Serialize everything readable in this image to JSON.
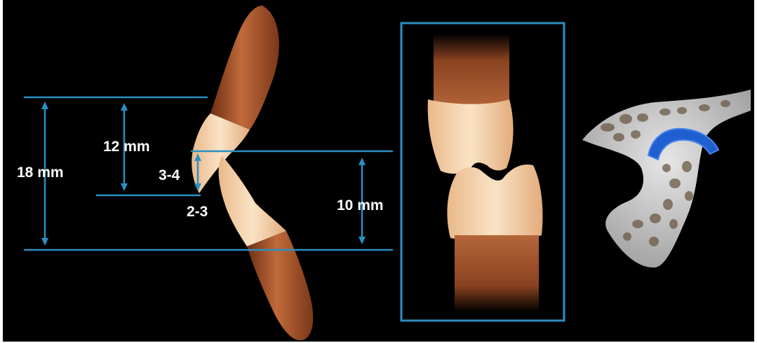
{
  "labels": {
    "height_18": "18 mm",
    "height_12": "12 mm",
    "overbite": "3-4",
    "overjet": "2-3",
    "height_10": "10 mm"
  },
  "colors": {
    "background": "#000000",
    "measure_line": "#2b8fc4",
    "enamel": "#f2cfa8",
    "root": "#a8572c",
    "bone": "#cfcfcf",
    "cartilage": "#1f5fd0"
  }
}
